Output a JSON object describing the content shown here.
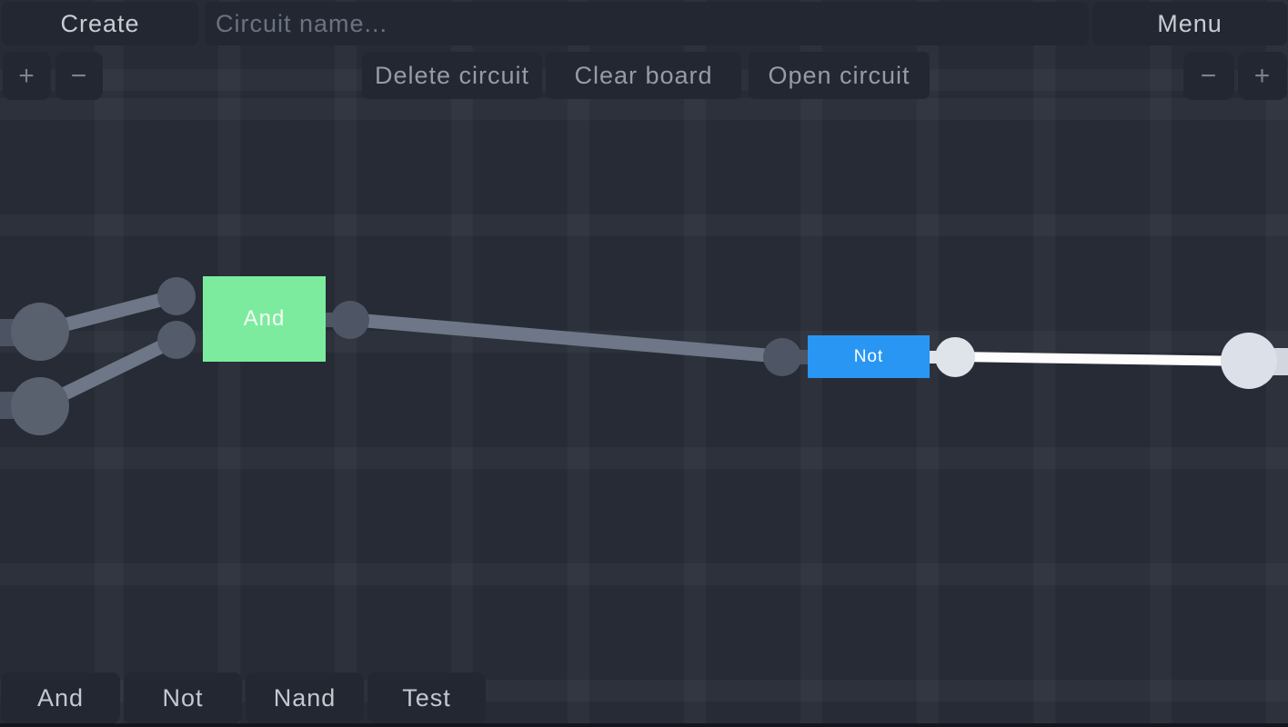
{
  "header": {
    "create_label": "Create",
    "circuit_name_placeholder": "Circuit name...",
    "menu_label": "Menu",
    "delete_circuit_label": "Delete circuit",
    "clear_board_label": "Clear board",
    "open_circuit_label": "Open circuit",
    "zoom_in_label": "+",
    "zoom_out_label": "−"
  },
  "palette": {
    "items": [
      {
        "label": "And"
      },
      {
        "label": "Not"
      },
      {
        "label": "Nand"
      },
      {
        "label": "Test"
      }
    ]
  },
  "canvas": {
    "gates": [
      {
        "label": "And",
        "color": "#7deb9e",
        "output_state": "off"
      },
      {
        "label": "Not",
        "color": "#2a96f3",
        "output_state": "on"
      }
    ],
    "wire_colors": {
      "off": "#6e7787",
      "on": "#fdfdfe"
    },
    "node_colors": {
      "off": "#4e5564",
      "on": "#dfe3ea",
      "input_toggle": "#59616f"
    }
  },
  "colors": {
    "background": "#272b36",
    "button_bg": "#232732",
    "button_text": "#c9ccd3",
    "secondary_text": "#959ba7",
    "placeholder_text": "#6b7280",
    "bottom_strip": "#14161e"
  }
}
